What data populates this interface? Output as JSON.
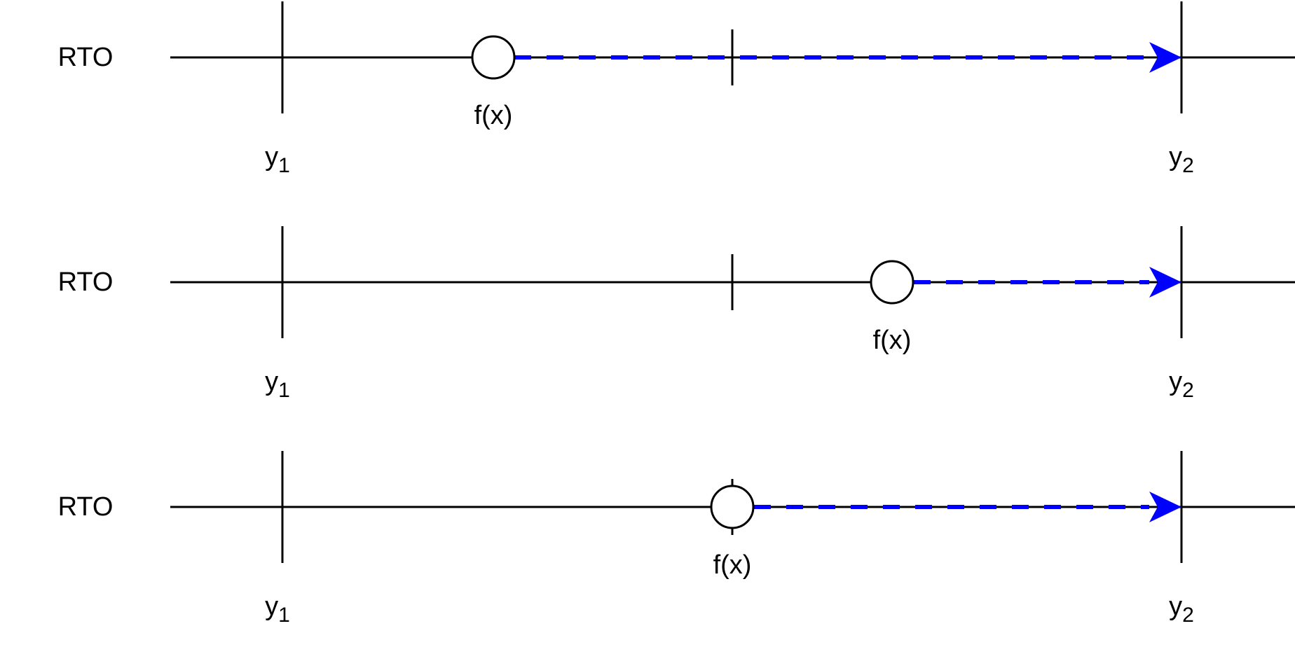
{
  "rows": [
    {
      "row_label": "RTO",
      "point_label": "f(x)",
      "left_label": "y",
      "left_sub": "1",
      "right_label": "y",
      "right_sub": "2"
    },
    {
      "row_label": "RTO",
      "point_label": "f(x)",
      "left_label": "y",
      "left_sub": "1",
      "right_label": "y",
      "right_sub": "2"
    },
    {
      "row_label": "RTO",
      "point_label": "f(x)",
      "left_label": "y",
      "left_sub": "1",
      "right_label": "y",
      "right_sub": "2"
    }
  ],
  "colors": {
    "line": "#000000",
    "arrow": "#0000ff",
    "circle_fill": "#ffffff"
  }
}
